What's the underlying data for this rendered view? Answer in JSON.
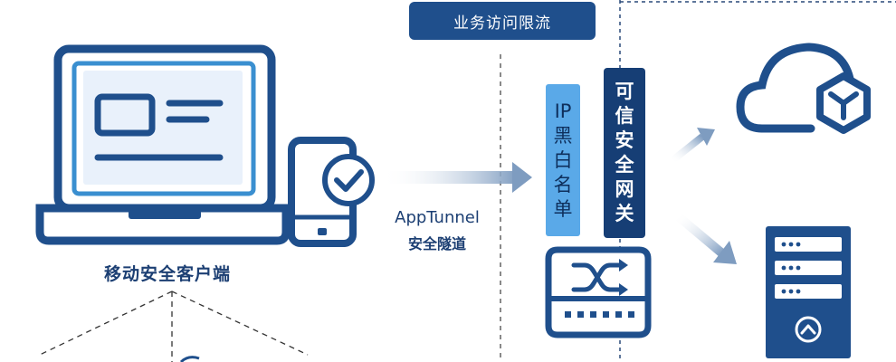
{
  "banner": {
    "label": "业务访问限流"
  },
  "client": {
    "label": "移动安全客户端"
  },
  "tunnel": {
    "label_en": "AppTunnel",
    "label_cn": "安全隧道"
  },
  "ip_list": {
    "chars": [
      "IP",
      "黑",
      "白",
      "名",
      "单"
    ]
  },
  "gateway": {
    "chars": [
      "可",
      "信",
      "安",
      "全",
      "网",
      "关"
    ]
  },
  "icons": {
    "laptop": "laptop-icon",
    "phone": "smartphone-icon",
    "check": "checkmark-badge-icon",
    "switch": "network-switch-icon",
    "cloud": "cloud-icon",
    "server": "server-rack-icon"
  },
  "colors": {
    "primary_dark": "#1f4f8c",
    "accent_light": "#5aa9e8",
    "arrow": "#8fa9c7"
  }
}
